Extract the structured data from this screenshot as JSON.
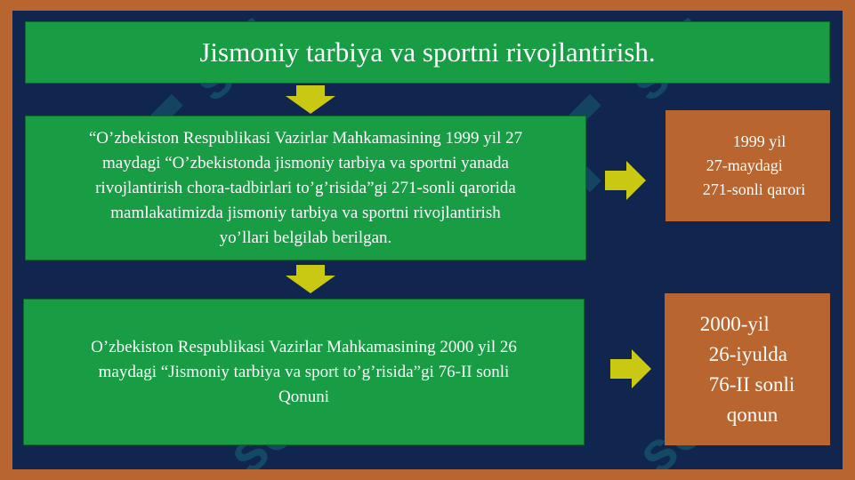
{
  "title": "Jismoniy tarbiya va sportni rivojlantirish.",
  "box1": {
    "lines": [
      "“O’zbekiston Respublikasi Vazirlar Mahkamasining 1999 yil 27",
      "maydagi “O’zbekistonda jismoniy tarbiya va sportni yanada",
      "rivojlantirish chora-tadbirlari to’g’risida”gi 271-sonli qarorida",
      "mamlakatimizda jismoniy tarbiya va sportni rivojlantirish",
      "yo’llari belgilab berilgan."
    ]
  },
  "box2": {
    "lines": [
      "O’zbekiston Respublikasi Vazirlar Mahkamasining 2000 yil 26",
      "maydagi “Jismoniy tarbiya va sport to’g’risida”gi 76-II sonli",
      "Qonuni"
    ]
  },
  "side1": {
    "lines": [
      "1999 yil",
      "27-maydagi",
      "271-sonli qarori"
    ]
  },
  "side2": {
    "lines": [
      "2000-yil",
      "26-iyulda",
      "76-II sonli",
      "qonun"
    ]
  },
  "watermark": "sof",
  "colors": {
    "frame": "#b9652f",
    "background": "#10264f",
    "green_box": "#189d45",
    "orange_box": "#b9652f",
    "arrow": "#c9c812"
  }
}
